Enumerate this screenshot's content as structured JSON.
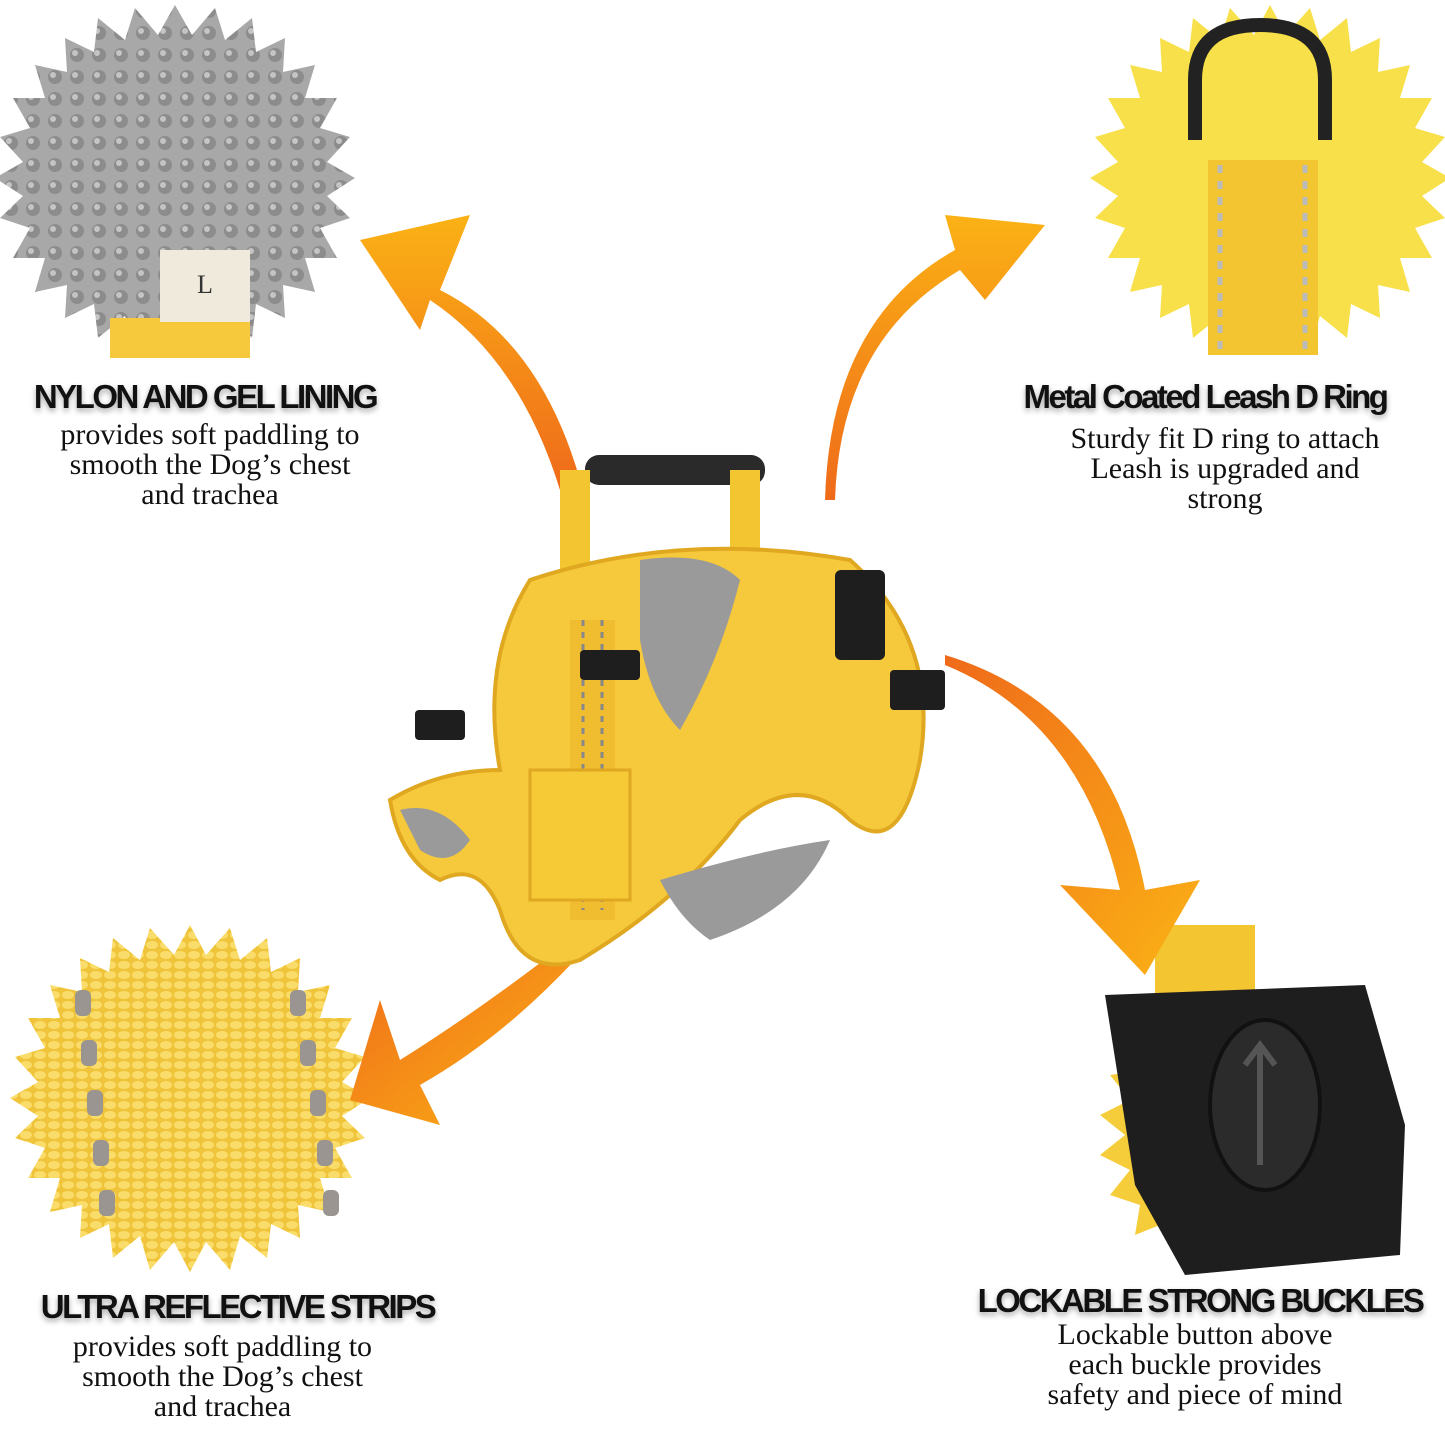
{
  "colors": {
    "arrow_light": "#fbb215",
    "arrow_dark": "#ef6a1a",
    "harness_yellow": "#f5c93b",
    "mesh_gray": "#9a9a9a",
    "buckle_black": "#1e1e1e"
  },
  "features": {
    "nylon": {
      "title": "NYLON AND GEL LINING",
      "lines": [
        "provides soft paddling to",
        "smooth the Dog’s chest",
        "and trachea"
      ],
      "tag_label": "L"
    },
    "dring": {
      "title": "Metal Coated Leash D Ring",
      "lines": [
        "Sturdy fit D ring to attach",
        "Leash is upgraded and",
        "strong"
      ]
    },
    "reflective": {
      "title": "ULTRA REFLECTIVE STRIPS",
      "lines": [
        "provides soft paddling to",
        "smooth the Dog’s chest",
        "and trachea"
      ]
    },
    "buckles": {
      "title": "LOCKABLE STRONG BUCKLES",
      "lines": [
        "Lockable button above",
        "each buckle provides",
        "safety and piece of mind"
      ]
    }
  }
}
